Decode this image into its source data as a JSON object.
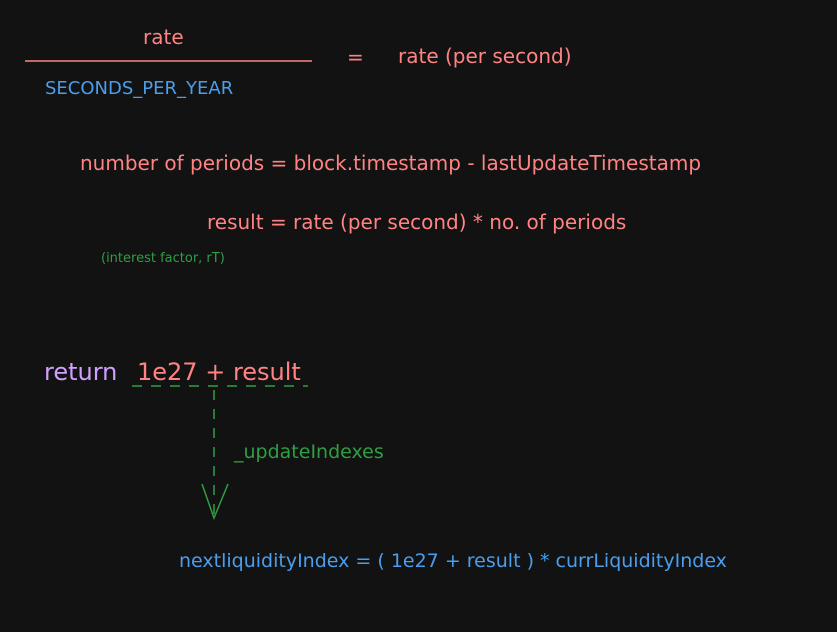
{
  "fraction": {
    "numerator": "rate",
    "denominator": "SECONDS_PER_YEAR",
    "equals": "=",
    "result": "rate (per second)"
  },
  "periods": {
    "equation": "number of periods = block.timestamp - lastUpdateTimestamp"
  },
  "result_line": {
    "equation": "result = rate (per second) * no. of periods",
    "note": "(interest factor, rT)"
  },
  "return_stmt": {
    "keyword": "return",
    "expression": "1e27 + result"
  },
  "arrow_label": "_updateIndexes",
  "next_index": {
    "equation": "nextliquidityIndex = ( 1e27 + result ) * currLiquidityIndex"
  },
  "colors": {
    "red": "#ff8383",
    "blue": "#4a9eed",
    "green": "#2f9e44",
    "purple": "#d0a0ff",
    "background": "#121212"
  }
}
